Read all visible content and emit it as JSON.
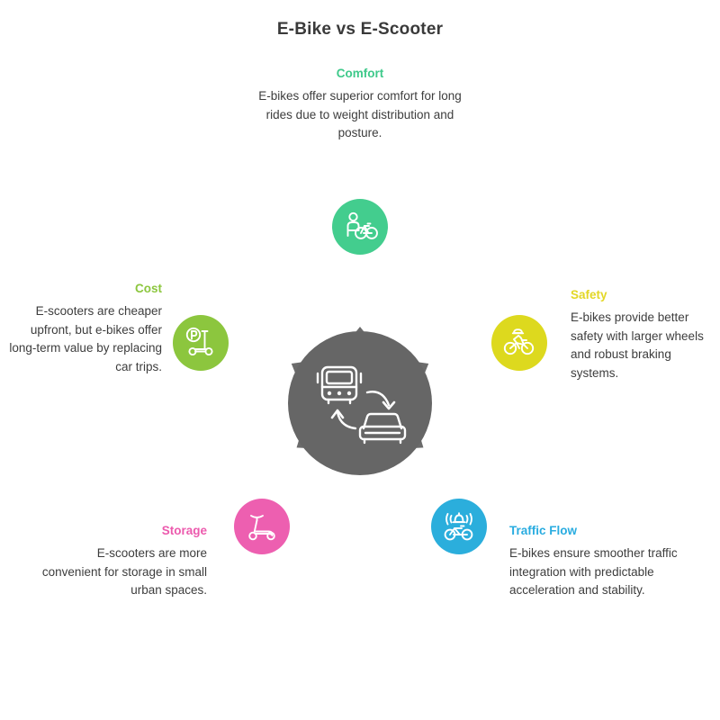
{
  "title": "E-Bike vs E-Scooter",
  "center": {
    "icon": "bus-car-exchange-icon",
    "color": "#666666"
  },
  "nodes": [
    {
      "key": "comfort",
      "label": "Comfort",
      "text": "E-bikes offer superior comfort for long rides due to weight distribution and posture.",
      "color": "#43cd8e",
      "heading_color": "#3ec98a",
      "icon": "person-with-bicycle-icon",
      "position": "top"
    },
    {
      "key": "safety",
      "label": "Safety",
      "text": "E-bikes provide better safety with larger wheels and robust braking systems.",
      "color": "#ddd91e",
      "heading_color": "#e3d726",
      "icon": "cyclist-with-helmet-icon",
      "position": "right"
    },
    {
      "key": "traffic_flow",
      "label": "Traffic Flow",
      "text": "E-bikes ensure smoother traffic integration with predictable acceleration and stability.",
      "color": "#2baedc",
      "heading_color": "#29ace0",
      "icon": "bicycle-bell-signal-icon",
      "position": "bottom-right"
    },
    {
      "key": "storage",
      "label": "Storage",
      "text": "E-scooters are more convenient for storage in small urban spaces.",
      "color": "#ed5fb0",
      "heading_color": "#ec5aad",
      "icon": "kick-scooter-icon",
      "position": "bottom-left"
    },
    {
      "key": "cost",
      "label": "Cost",
      "text": "E-scooters are cheaper upfront, but e-bikes offer long-term value by replacing car trips.",
      "color": "#8cc63e",
      "heading_color": "#8cc63e",
      "icon": "scooter-parking-icon",
      "position": "left"
    }
  ],
  "arrows": {
    "color": "#6b6b6b",
    "count": 6
  }
}
